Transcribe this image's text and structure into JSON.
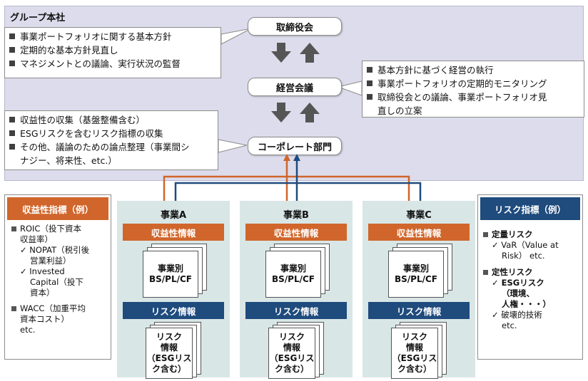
{
  "group": {
    "title": "グループ本社"
  },
  "nodes": {
    "board": "取締役会",
    "management": "経営会議",
    "corporate": "コーポレート部門"
  },
  "callouts": {
    "board": [
      "事業ポートフォリオに関する基本方針",
      "定期的な基本方針見直し",
      "マネジメントとの議論、実行状況の監督"
    ],
    "management": [
      "基本方針に基づく経営の執行",
      "事業ポートフォリオの定期的モニタリング",
      "取締役会との議論、事業ポートフォリオ見",
      "直しの立案"
    ],
    "corporate": [
      "収益性の収集（基盤整備含む）",
      "ESGリスクを含むリスク指標の収集",
      "その他、議論のための論点整理（事業間シ",
      "ナジー、将来性、etc.）"
    ]
  },
  "businesses": [
    {
      "title": "事業A",
      "profit_label": "収益性情報",
      "doc1": [
        "事業別",
        "BS/PL/CF"
      ],
      "risk_label": "リスク情報",
      "doc2": [
        "リスク",
        "情報",
        "（ESGリス",
        "ク含む）"
      ]
    },
    {
      "title": "事業B",
      "profit_label": "収益性情報",
      "doc1": [
        "事業別",
        "BS/PL/CF"
      ],
      "risk_label": "リスク情報",
      "doc2": [
        "リスク",
        "情報",
        "（ESGリス",
        "ク含む）"
      ]
    },
    {
      "title": "事業C",
      "profit_label": "収益性情報",
      "doc1": [
        "事業別",
        "BS/PL/CF"
      ],
      "risk_label": "リスク情報",
      "doc2": [
        "リスク",
        "情報",
        "（ESGリス",
        "ク含む）"
      ]
    }
  ],
  "left_panel": {
    "title": "収益性指標（例）",
    "lines": [
      "ROIC（投下資本",
      "収益率）",
      "✓ NOPAT（税引後",
      "営業利益）",
      "✓ Invested",
      "Capital（投下",
      "資本）",
      "WACC（加重平均",
      "資本コスト）",
      "etc."
    ]
  },
  "right_panel": {
    "title": "リスク指標（例）",
    "lines": [
      "定量リスク",
      "✓ VaR（Value at",
      "Risk） etc.",
      "定性リスク",
      "✓ ESGリスク",
      "（環境、",
      "人権・・・）",
      "✓ 破壊的技術",
      "etc."
    ]
  },
  "colors": {
    "orange": "#d0662b",
    "navy": "#1f4b7d",
    "group_bg": "#dcdcec",
    "column_bg": "#d9e6e6"
  }
}
